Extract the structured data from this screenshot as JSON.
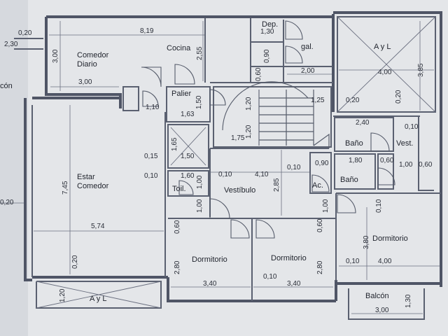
{
  "rooms": {
    "comedor_diario": "Comedor\nDiario",
    "cocina": "Cocina",
    "dep": "Dep.",
    "gal": "gal.",
    "ayl_top": "A y L",
    "palier": "Palier",
    "estar_comedor": "Estar\nComedor",
    "bano_1": "Baño",
    "vest": "Vest.",
    "bano_2": "Baño",
    "vestibulo": "Vestíbulo",
    "toil": "Toil.",
    "ac": "Ac.",
    "dormitorio_1": "Dormitorio",
    "dormitorio_2": "Dormitorio",
    "dormitorio_3": "Dormitorio",
    "balcon_right": "Balcón",
    "ayl_bottom": "A y L",
    "balcon_left": "cón"
  },
  "dims": {
    "d_020_tl": "0,20",
    "d_230": "2,30",
    "d_819": "8,19",
    "d_130": "1,30",
    "d_300_v": "3,00",
    "d_255": "2,55",
    "d_090_dep": "0,90",
    "d_060_dep": "0,60",
    "d_200_gal": "2,00",
    "d_300_h": "3,00",
    "d_400_ayl": "4,00",
    "d_385": "3,85",
    "d_020_ayl_a": "0,20",
    "d_020_ayl_b": "0,20",
    "d_110": "1,10",
    "d_150_pal": "1,50",
    "d_163": "1,63",
    "d_120_a": "1,20",
    "d_125": "1,25",
    "d_120_b": "1,20",
    "d_175": "1,75",
    "d_240": "2,40",
    "d_010_r": "0,10",
    "d_015": "0,15",
    "d_165": "1,65",
    "d_150_asc": "1,50",
    "d_090_b": "0,90",
    "d_180": "1,80",
    "d_060_b": "0,60",
    "d_100_vest": "1,00",
    "d_060_vest": "0,60",
    "d_010_a": "0,10",
    "d_160": "1,60",
    "d_010_b": "0,10",
    "d_410": "4,10",
    "d_010_c": "0,10",
    "d_745": "7,45",
    "d_100_toil": "1,00",
    "d_285": "2,85",
    "d_020_left": "0,20",
    "d_100_l": "1,00",
    "d_100_r": "1,00",
    "d_010_dorm": "0,10",
    "d_574": "5,74",
    "d_060_d1": "0,60",
    "d_060_d2": "0,60",
    "d_380": "3,80",
    "d_020_estar": "0,20",
    "d_280_a": "2,80",
    "d_280_b": "2,80",
    "d_010_d3": "0,10",
    "d_400_d3": "4,00",
    "d_340_a": "3,40",
    "d_010_d2": "0,10",
    "d_340_b": "3,40",
    "d_120_ayl": "1,20",
    "d_130_balc": "1,30",
    "d_300_balc": "3,00"
  }
}
